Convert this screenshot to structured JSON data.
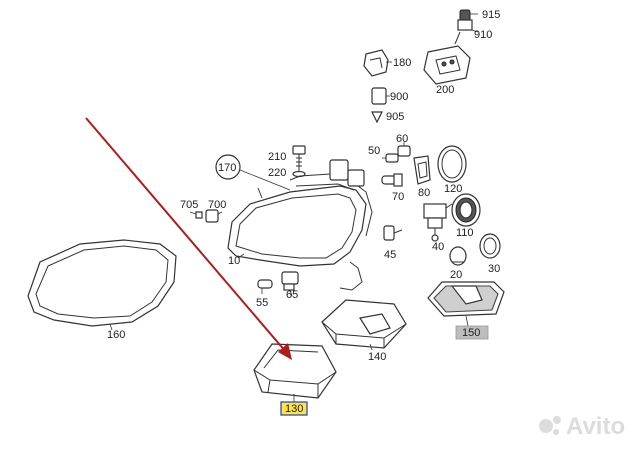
{
  "diagram": {
    "labels": {
      "p915": "915",
      "p910": "910",
      "p180": "180",
      "p200": "200",
      "p900": "900",
      "p905": "905",
      "p60": "60",
      "p210": "210",
      "p50": "50",
      "p220": "220",
      "p170": "170",
      "p80": "80",
      "p120": "120",
      "p70": "70",
      "p705": "705",
      "p700": "700",
      "p40": "40",
      "p110": "110",
      "p10": "10",
      "p45": "45",
      "p20": "20",
      "p30": "30",
      "p160": "160",
      "p55": "55",
      "p65": "65",
      "p150": "150",
      "p140": "140",
      "p130": "130"
    },
    "highlighted_part": "130",
    "arrow_color": "#b01c1c",
    "highlight_color": "#ffe53d"
  },
  "watermark": {
    "text": "Avito"
  }
}
